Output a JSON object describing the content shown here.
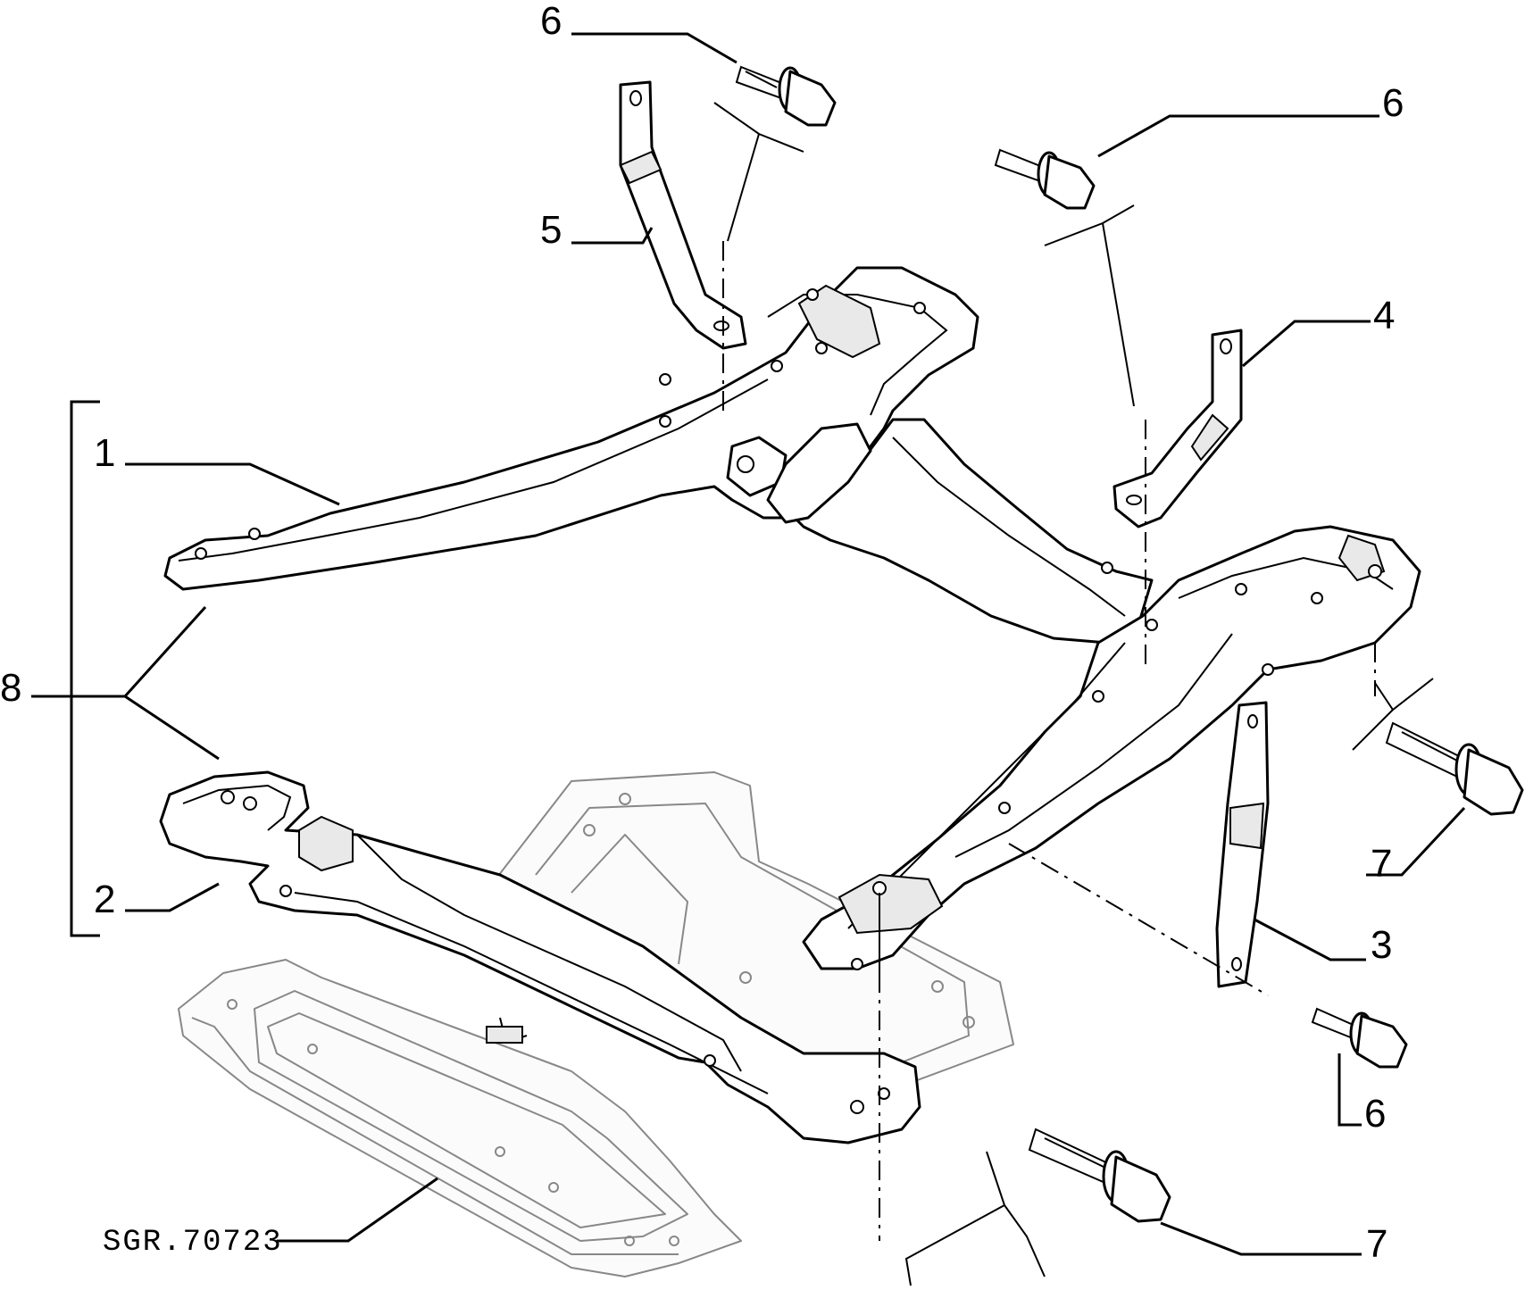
{
  "diagram": {
    "reference_code": "SGR.70723",
    "callouts": [
      {
        "id": "c1",
        "label": "1"
      },
      {
        "id": "c2",
        "label": "2"
      },
      {
        "id": "c3",
        "label": "3"
      },
      {
        "id": "c4",
        "label": "4"
      },
      {
        "id": "c5",
        "label": "5"
      },
      {
        "id": "c6a",
        "label": "6"
      },
      {
        "id": "c6b",
        "label": "6"
      },
      {
        "id": "c6c",
        "label": "6"
      },
      {
        "id": "c7a",
        "label": "7"
      },
      {
        "id": "c7b",
        "label": "7"
      },
      {
        "id": "c8",
        "label": "8"
      }
    ]
  }
}
